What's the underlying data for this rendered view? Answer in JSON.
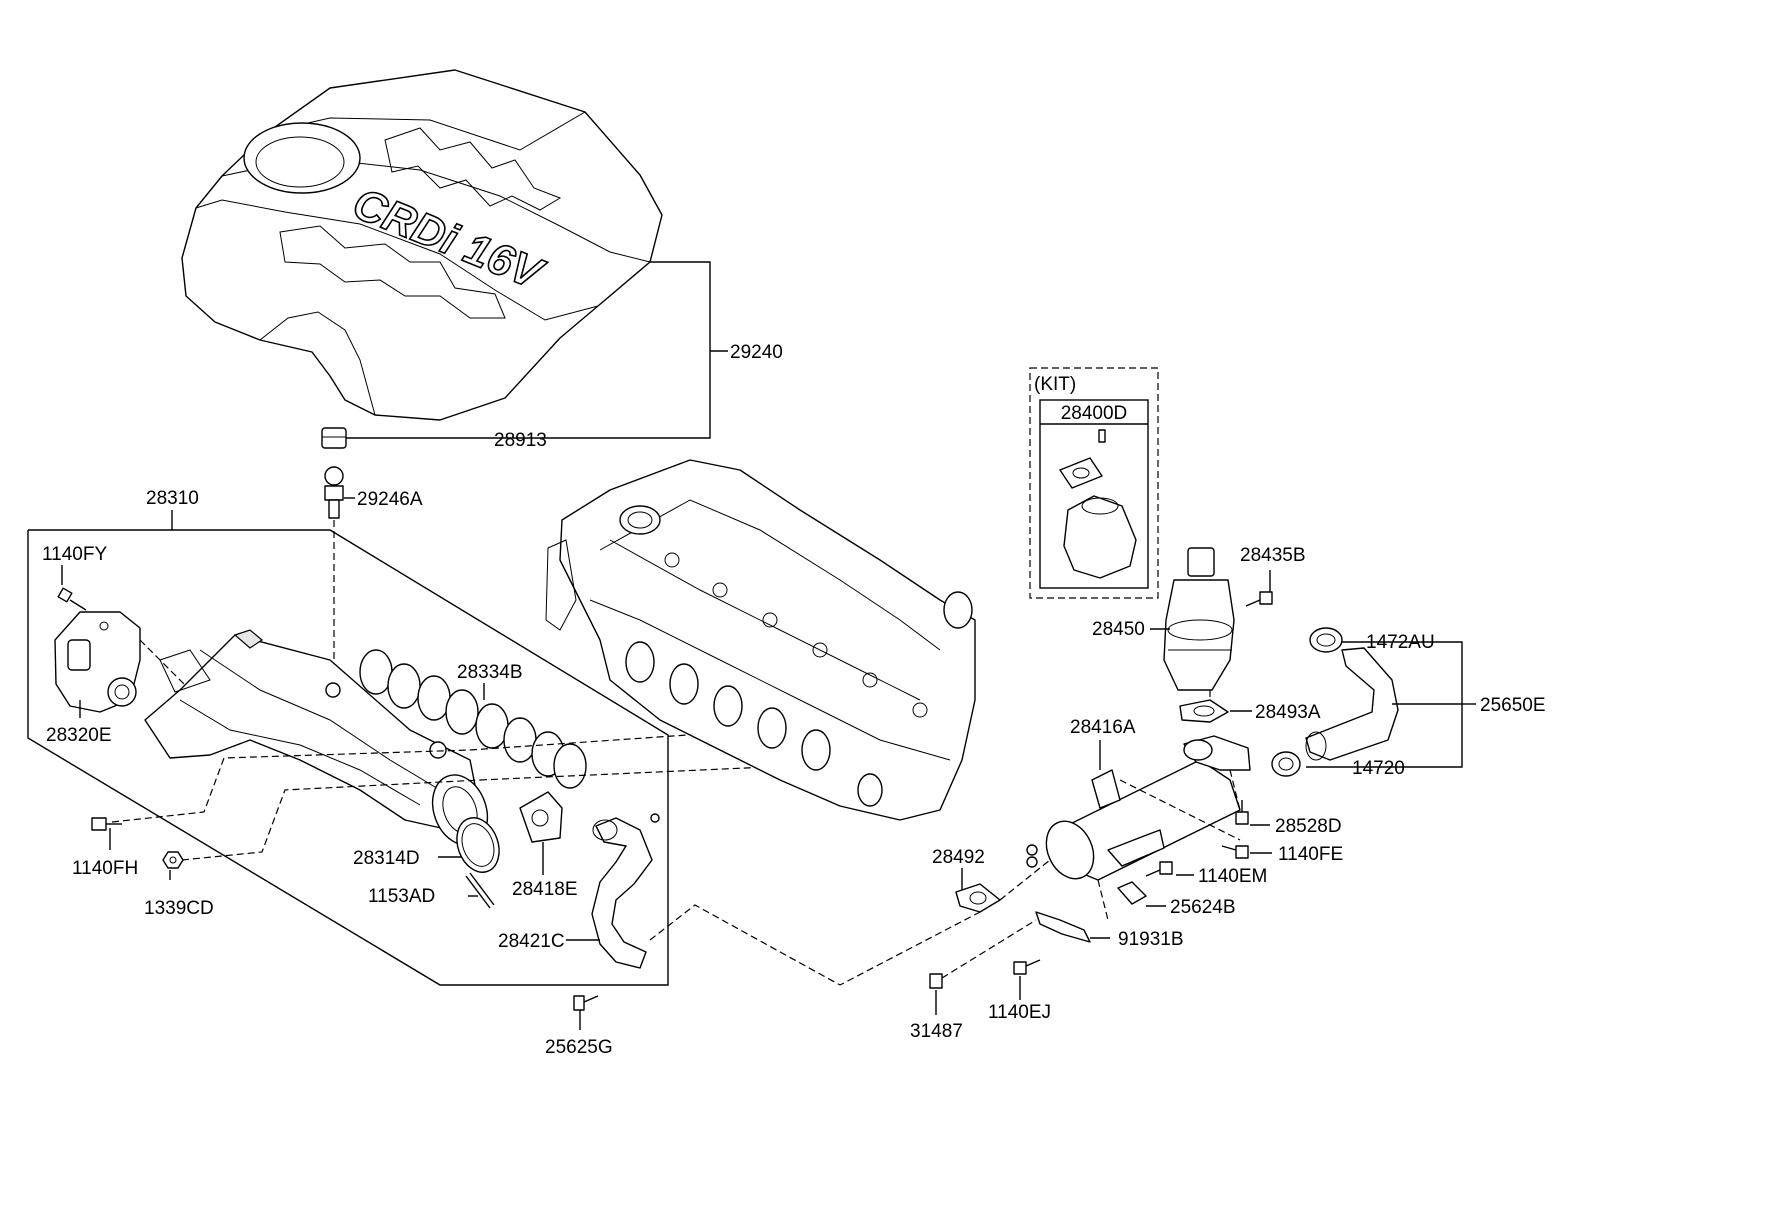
{
  "logo": "CRDi 16V",
  "kit": {
    "title": "(KIT)",
    "part": "28400D"
  },
  "labels": {
    "p29240": "29240",
    "p28913": "28913",
    "p29246A": "29246A",
    "p28310": "28310",
    "p1140FY": "1140FY",
    "p28320E": "28320E",
    "p28334B": "28334B",
    "p1140FH": "1140FH",
    "p1339CD": "1339CD",
    "p28314D": "28314D",
    "p1153AD": "1153AD",
    "p28418E": "28418E",
    "p28421C": "28421C",
    "p25625G": "25625G",
    "p28435B": "28435B",
    "p28450": "28450",
    "p1472AU": "1472AU",
    "p25650E": "25650E",
    "p28493A": "28493A",
    "p28416A": "28416A",
    "p14720": "14720",
    "p28528D": "28528D",
    "p1140FE": "1140FE",
    "p28492": "28492",
    "p1140EM": "1140EM",
    "p25624B": "25624B",
    "p91931B": "91931B",
    "p31487": "31487",
    "p1140EJ": "1140EJ"
  }
}
